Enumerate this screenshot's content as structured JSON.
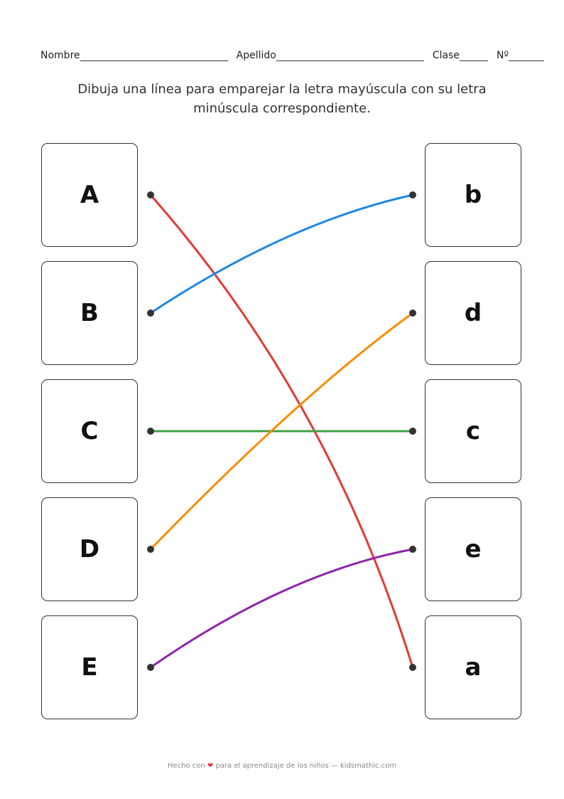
{
  "header": {
    "name_label": "Nombre",
    "surname_label": "Apellido",
    "class_label": "Clase",
    "number_label": "Nº"
  },
  "instruction": "Dibuja una línea para emparejar la letra mayúscula con su letra minúscula correspondiente.",
  "left_letters": [
    "A",
    "B",
    "C",
    "D",
    "E"
  ],
  "right_letters": [
    "b",
    "d",
    "c",
    "e",
    "a"
  ],
  "connections": [
    {
      "from": "A",
      "to": "a",
      "color": "#e53935"
    },
    {
      "from": "B",
      "to": "b",
      "color": "#1e88e5"
    },
    {
      "from": "C",
      "to": "c",
      "color": "#43a047"
    },
    {
      "from": "D",
      "to": "d",
      "color": "#fb8c00"
    },
    {
      "from": "E",
      "to": "e",
      "color": "#8e24aa"
    }
  ],
  "footer": {
    "prefix": "Hecho con",
    "heart": "❤",
    "suffix": "para el aprendizaje de los niños — kidsmathic.com"
  }
}
